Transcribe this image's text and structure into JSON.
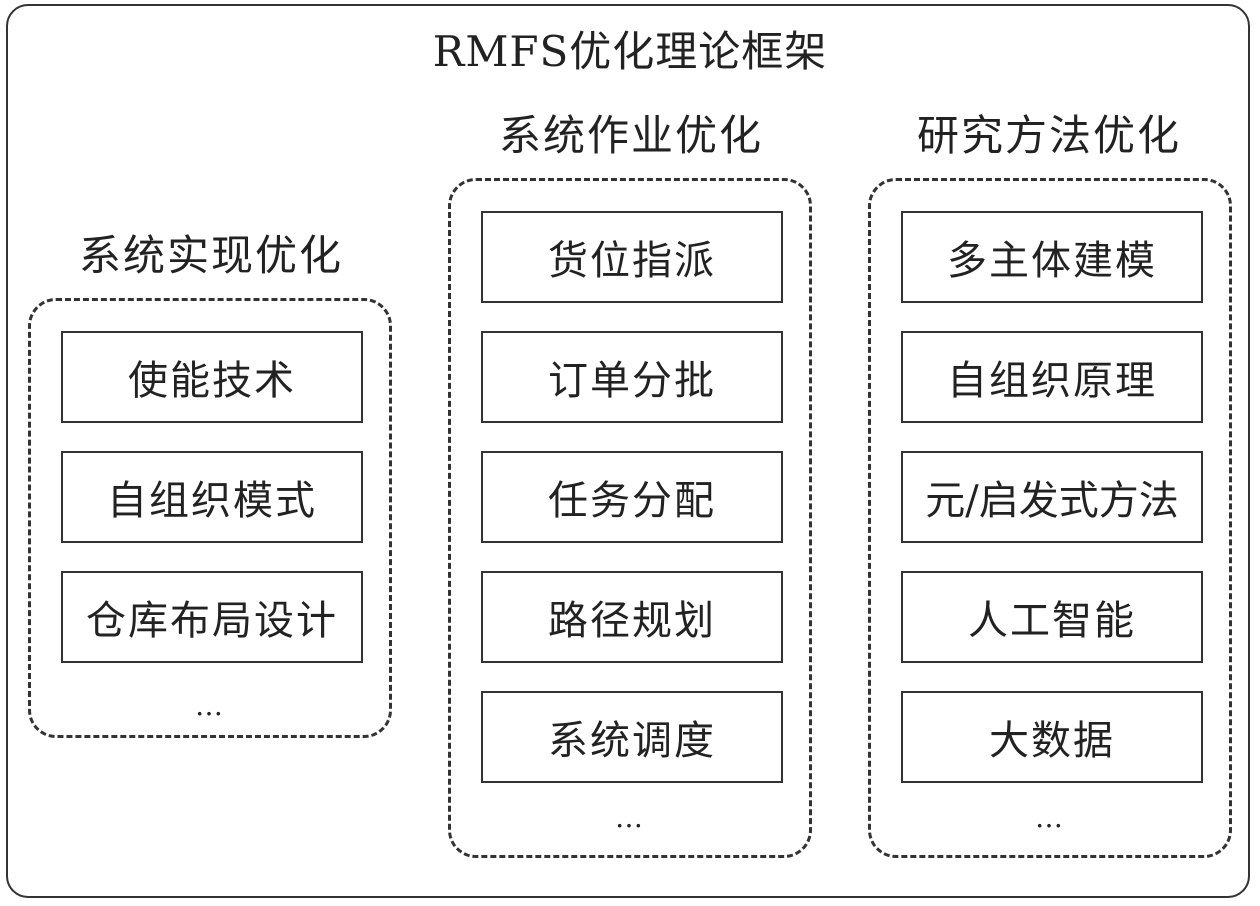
{
  "title": "RMFS优化理论框架",
  "columns": [
    {
      "title": "系统实现优化",
      "items": [
        "使能技术",
        "自组织模式",
        "仓库布局设计"
      ],
      "ellipsis": "…"
    },
    {
      "title": "系统作业优化",
      "items": [
        "货位指派",
        "订单分批",
        "任务分配",
        "路径规划",
        "系统调度"
      ],
      "ellipsis": "…"
    },
    {
      "title": "研究方法优化",
      "items": [
        "多主体建模",
        "自组织原理",
        "元/启发式方法",
        "人工智能",
        "大数据"
      ],
      "ellipsis": "…"
    }
  ]
}
